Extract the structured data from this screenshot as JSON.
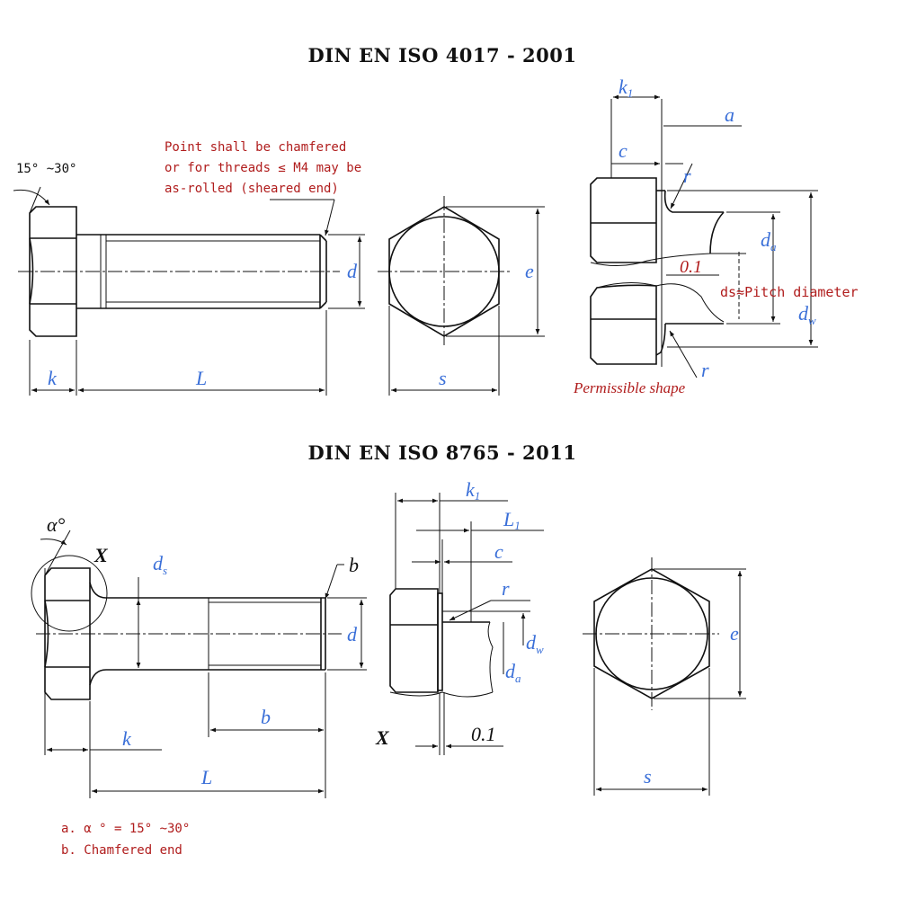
{
  "colors": {
    "dimension": "#3a6fd8",
    "note": "#b01c1c",
    "line": "#111111"
  },
  "titles": {
    "top": "DIN EN ISO 4017 - 2001",
    "bottom": "DIN EN ISO 8765 - 2011"
  },
  "top": {
    "angle": "15° ~30°",
    "point_note": [
      "Point shall be chamfered",
      "or for threads ≤ M4 may be",
      "as-rolled (sheared end)"
    ],
    "labels": {
      "d": "d",
      "k": "k",
      "L": "L",
      "e": "e",
      "s": "s",
      "k1": "k",
      "k1_sub": "1",
      "a": "a",
      "c": "c",
      "r": "r",
      "da": "d",
      "da_sub": "a",
      "dw": "d",
      "dw_sub": "w",
      "tol": "0.1"
    },
    "ds_note": "ds≈Pitch diameter",
    "permissible": "Permissible shape"
  },
  "bottom": {
    "labels": {
      "alpha": "α°",
      "X": "X",
      "ds": "d",
      "ds_sub": "s",
      "b": "b",
      "d": "d",
      "bdim": "b",
      "k": "k",
      "L": "L",
      "k1": "k",
      "k1_sub": "1",
      "L1": "L",
      "L1_sub": "1",
      "c": "c",
      "r": "r",
      "dw": "d",
      "dw_sub": "w",
      "da": "d",
      "da_sub": "a",
      "X2": "X",
      "tol": "0.1",
      "e": "e",
      "s": "s"
    },
    "footnotes": [
      "a.  α °  = 15° ~30°",
      "b.  Chamfered end"
    ]
  }
}
